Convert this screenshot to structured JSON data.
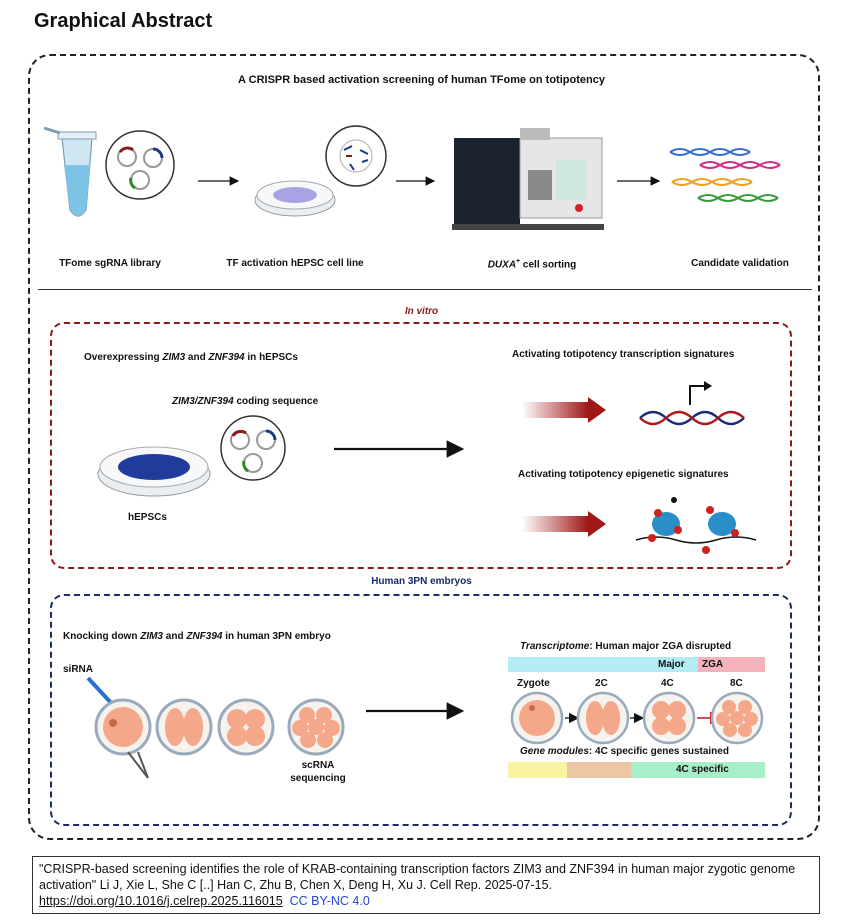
{
  "page_title": "Graphical Abstract",
  "section1": {
    "title": "A CRISPR based activation screening of human TFome on totipotency",
    "steps": [
      "TFome sgRNA library",
      "TF activation hEPSC cell line",
      "cell sorting",
      "Candidate validation"
    ],
    "duxa_label": "DUXA",
    "duxa_sup": "+"
  },
  "section2": {
    "heading": "In vitro",
    "overexpress_prefix": "Overexpressing ",
    "gene1": "ZIM3",
    "and": " and ",
    "gene2": "ZNF394",
    "overexpress_suffix": " in hEPSCs",
    "coding": "ZIM3/ZNF394",
    "coding_suffix": " coding sequence",
    "cells_label": "hEPSCs",
    "result1": "Activating totipotency transcription signatures",
    "result2": "Activating totipotency epigenetic signatures"
  },
  "section3": {
    "heading": "Human 3PN embryos",
    "knock_prefix": "Knocking down ",
    "knock_suffix": " in human 3PN embryo",
    "sirna": "siRNA",
    "scrna1": "scRNA",
    "scrna2": "sequencing",
    "transcriptome_prefix": "Transcriptome",
    "transcriptome_suffix": ": Human major ZGA disrupted",
    "major": "Major",
    "zga": "ZGA",
    "stages": [
      "Zygote",
      "2C",
      "4C",
      "8C"
    ],
    "gene_modules_prefix": "Gene modules",
    "gene_modules_suffix": ": 4C specific genes sustained",
    "fourc_specific": "4C specific"
  },
  "citation": {
    "text": "\"CRISPR-based screening identifies the role of KRAB-containing transcription factors ZIM3 and ZNF394 in human major zygotic genome activation\" Li J, Xie L, She C  [..] Han C, Zhu B, Chen X, Deng H, Xu J. Cell Rep. 2025-07-15.",
    "doi": "https://doi.org/10.1016/j.celrep.2025.116015",
    "license": "CC BY-NC 4.0"
  }
}
